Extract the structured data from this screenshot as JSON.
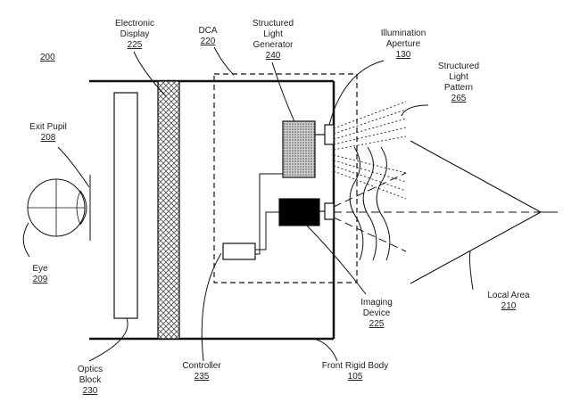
{
  "figure_number": "200",
  "labels": {
    "electronic_display": {
      "line1": "Electronic",
      "line2": "Display",
      "ref": "225"
    },
    "dca": {
      "line1": "DCA",
      "ref": "220"
    },
    "structured_light_generator": {
      "line1": "Structured",
      "line2": "Light",
      "line3": "Generator",
      "ref": "240"
    },
    "illumination_aperture": {
      "line1": "Illumination",
      "line2": "Aperture",
      "ref": "130"
    },
    "structured_light_pattern": {
      "line1": "Structured",
      "line2": "Light",
      "line3": "Pattern",
      "ref": "265"
    },
    "exit_pupil": {
      "line1": "Exit Pupil",
      "ref": "208"
    },
    "eye": {
      "line1": "Eye",
      "ref": "209"
    },
    "imaging_device": {
      "line1": "Imaging",
      "line2": "Device",
      "ref": "225"
    },
    "local_area": {
      "line1": "Local Area",
      "ref": "210"
    },
    "optics_block": {
      "line1": "Optics",
      "line2": "Block",
      "ref": "230"
    },
    "controller": {
      "line1": "Controller",
      "ref": "235"
    },
    "front_rigid_body": {
      "line1": "Front Rigid Body",
      "ref": "105"
    }
  },
  "colors": {
    "line": "#111111",
    "imaging_device_fill": "#000000",
    "generator_fill": "#b5b5b5",
    "display_hatch": "#777777"
  }
}
